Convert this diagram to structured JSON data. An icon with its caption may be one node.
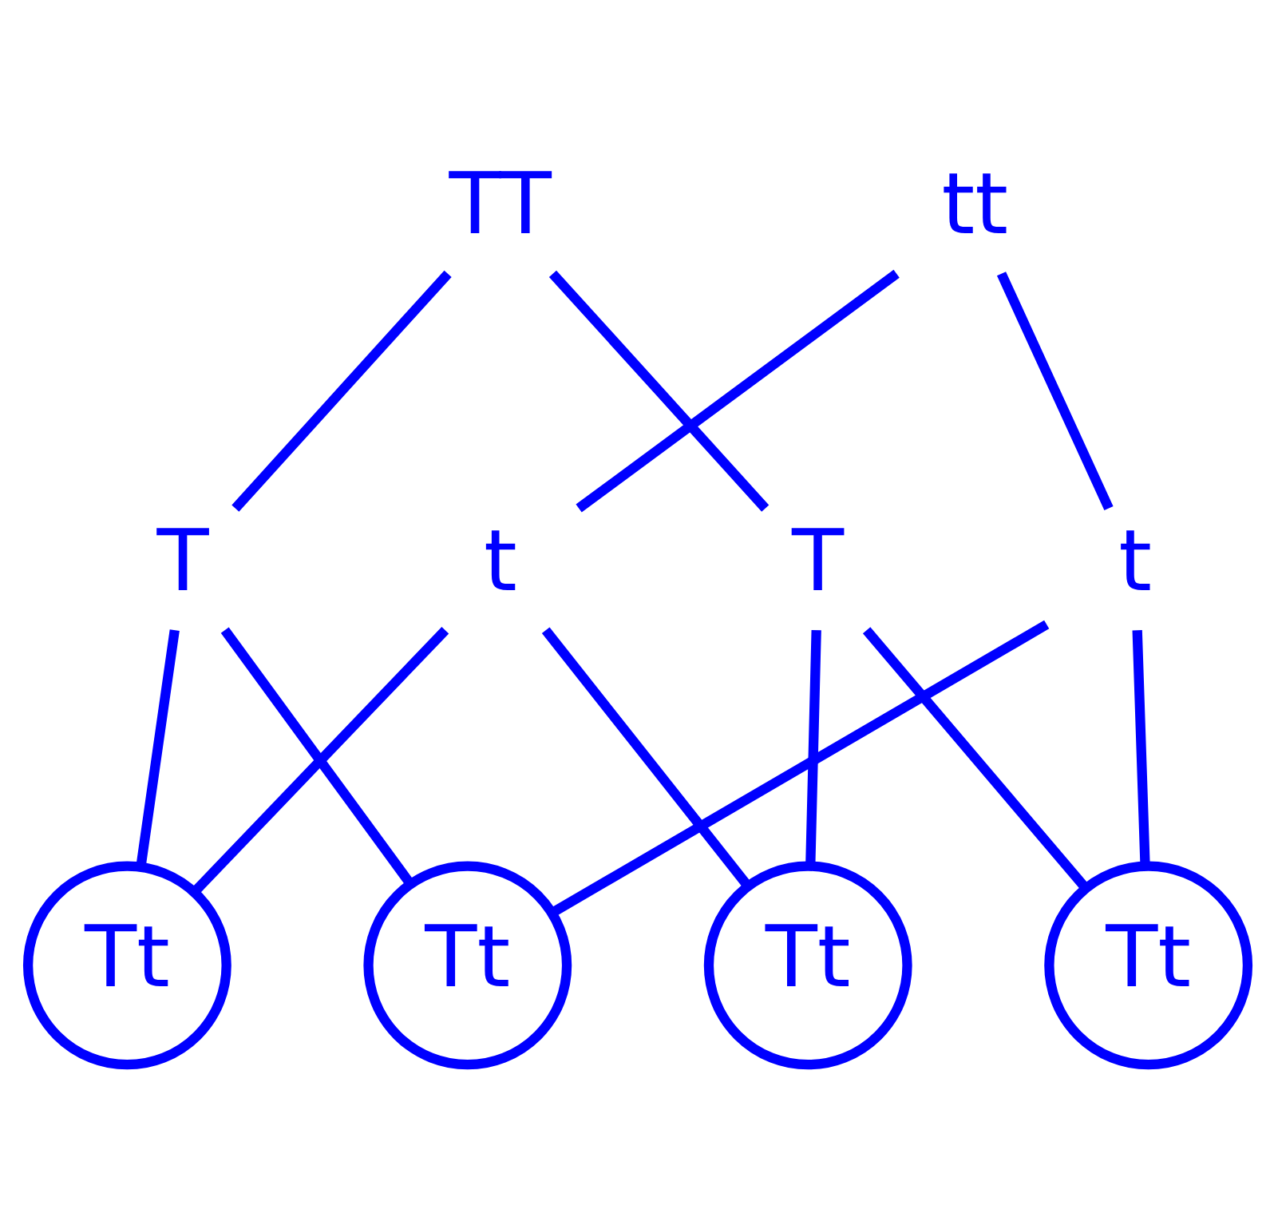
{
  "diagram": {
    "nodes": [
      {
        "text": [
          "TT"
        ]
      },
      {
        "text": [
          "tt"
        ]
      },
      {
        "text": [
          "T"
        ]
      },
      {
        "text": [
          "T"
        ]
      },
      {
        "text": [
          "t"
        ]
      },
      {
        "text": [
          "t"
        ]
      },
      {
        "text": [
          "Tt"
        ]
      },
      {
        "text": [
          "Tt"
        ]
      },
      {
        "text": [
          "Tt"
        ]
      },
      {
        "text": [
          "Tt"
        ]
      }
    ],
    "edges": [
      {
        "from": 0,
        "to": 2,
        "arrow": "none"
      },
      {
        "from": 0,
        "to": 3,
        "arrow": "none"
      },
      {
        "from": 1,
        "to": 4,
        "arrow": "none"
      },
      {
        "from": 1,
        "to": 5,
        "arrow": "none"
      },
      {
        "from": 2,
        "to": 6,
        "arrow": "none"
      },
      {
        "from": 2,
        "to": 7,
        "arrow": "none"
      },
      {
        "from": 3,
        "to": 8,
        "arrow": "none"
      },
      {
        "from": 3,
        "to": 9,
        "arrow": "none"
      },
      {
        "from": 4,
        "to": 8,
        "arrow": "none"
      },
      {
        "from": 4,
        "to": 6,
        "arrow": "none"
      },
      {
        "from": 5,
        "to": 7,
        "arrow": "none"
      },
      {
        "from": 5,
        "to": 9,
        "arrow": "none"
      }
    ]
  }
}
